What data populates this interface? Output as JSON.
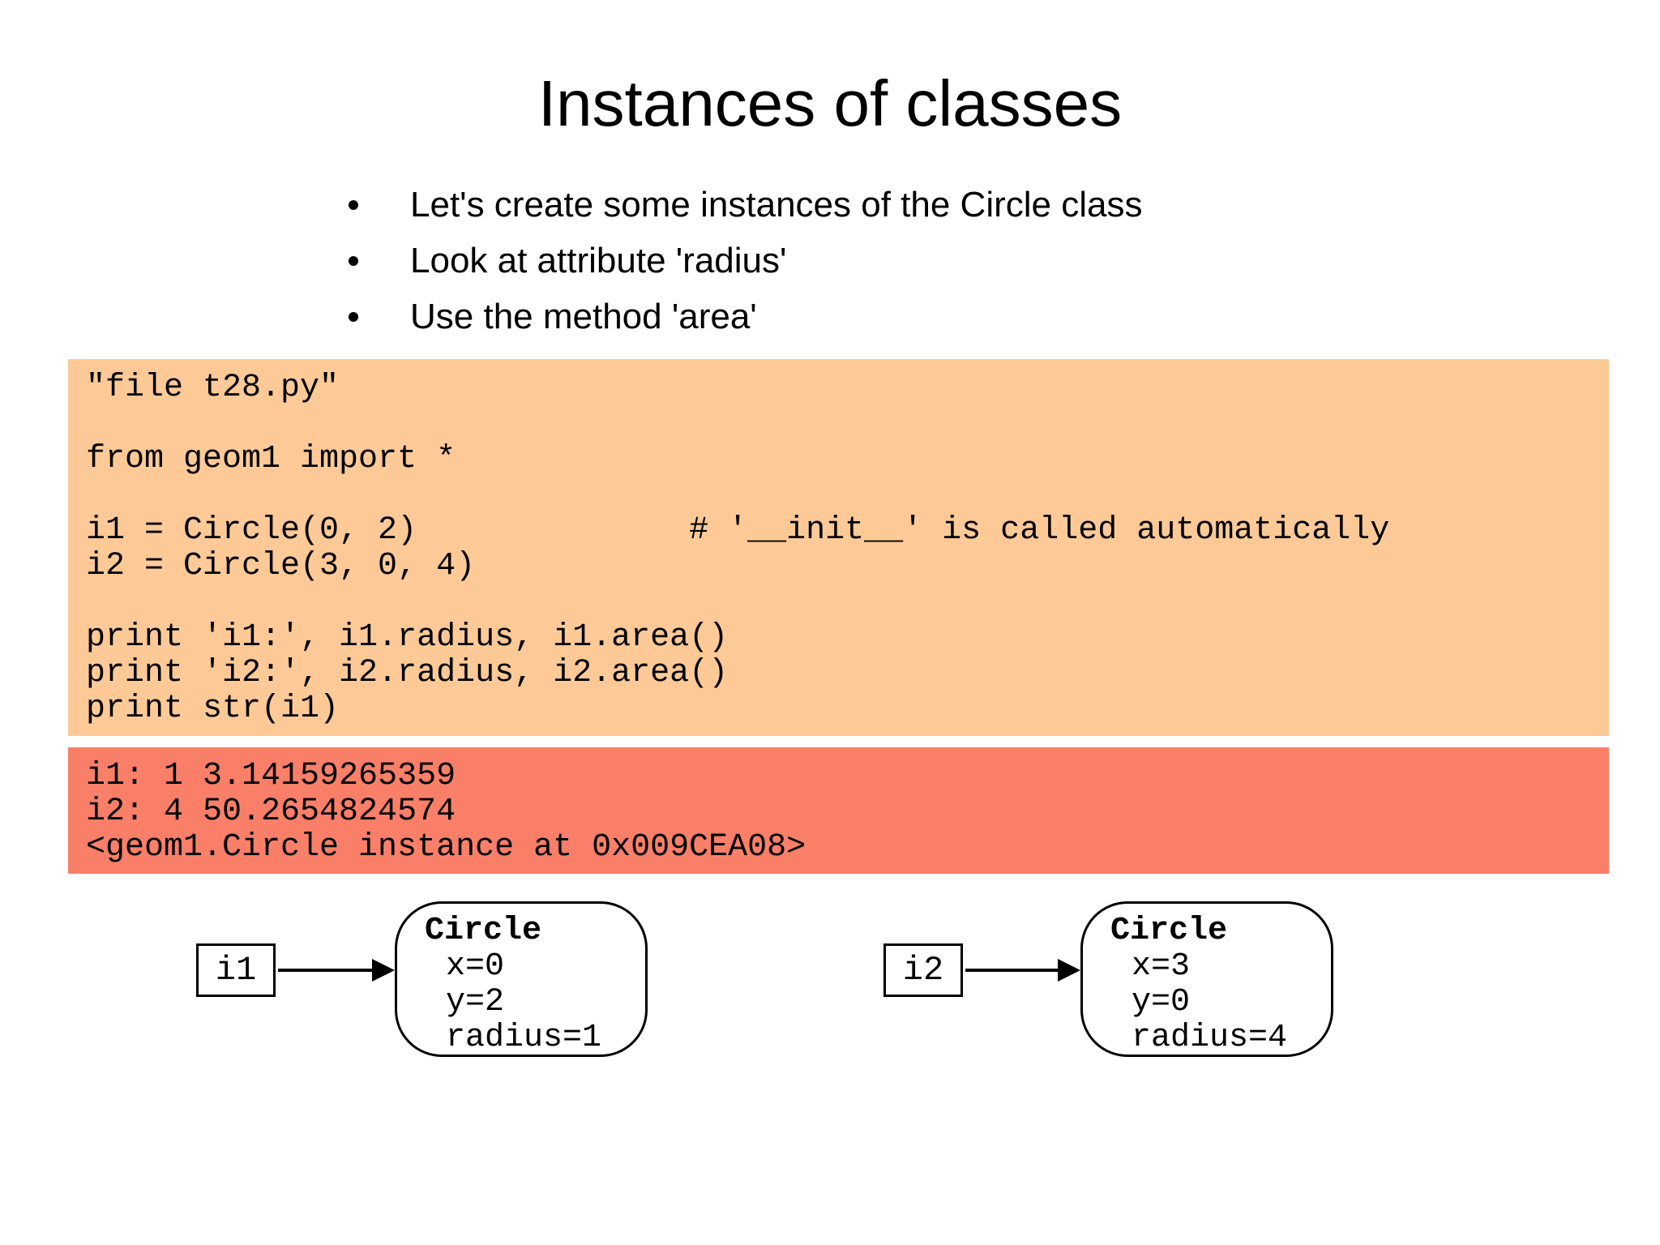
{
  "slide": {
    "title": "Instances of classes",
    "bullets": [
      "Let's create some instances of the Circle class",
      "Look at attribute 'radius'",
      "Use the method 'area'"
    ],
    "code_panel": {
      "bg_color": "#FDCA97",
      "lines": [
        "\"file t28.py\"",
        "",
        "from geom1 import *",
        "",
        "i1 = Circle(0, 2)              # '__init__' is called automatically",
        "i2 = Circle(3, 0, 4)",
        "",
        "print 'i1:', i1.radius, i1.area()",
        "print 'i2:', i2.radius, i2.area()",
        "print str(i1)"
      ]
    },
    "output_panel": {
      "bg_color": "#FA7F68",
      "lines": [
        "i1: 1 3.14159265359",
        "i2: 4 50.2654824574",
        "<geom1.Circle instance at 0x009CEA08>"
      ]
    },
    "diagrams": [
      {
        "variable": "i1",
        "class_name": "Circle",
        "attributes": [
          "x=0",
          "y=2",
          "radius=1"
        ]
      },
      {
        "variable": "i2",
        "class_name": "Circle",
        "attributes": [
          "x=3",
          "y=0",
          "radius=4"
        ]
      }
    ]
  }
}
